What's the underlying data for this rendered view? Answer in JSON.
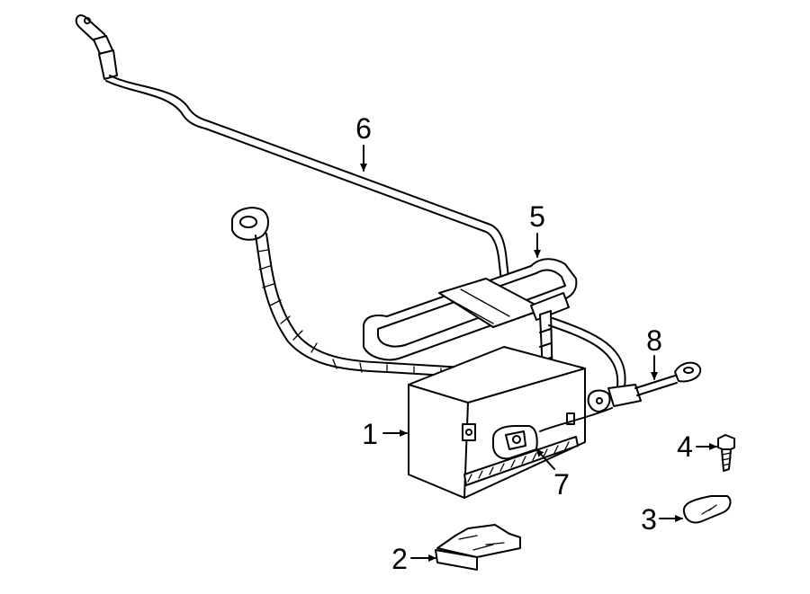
{
  "callouts": [
    {
      "id": 1,
      "label": "1"
    },
    {
      "id": 2,
      "label": "2"
    },
    {
      "id": 3,
      "label": "3"
    },
    {
      "id": 4,
      "label": "4"
    },
    {
      "id": 5,
      "label": "5"
    },
    {
      "id": 6,
      "label": "6"
    },
    {
      "id": 7,
      "label": "7"
    },
    {
      "id": 8,
      "label": "8"
    }
  ],
  "colors": {
    "line": "#000000",
    "background": "#ffffff"
  }
}
